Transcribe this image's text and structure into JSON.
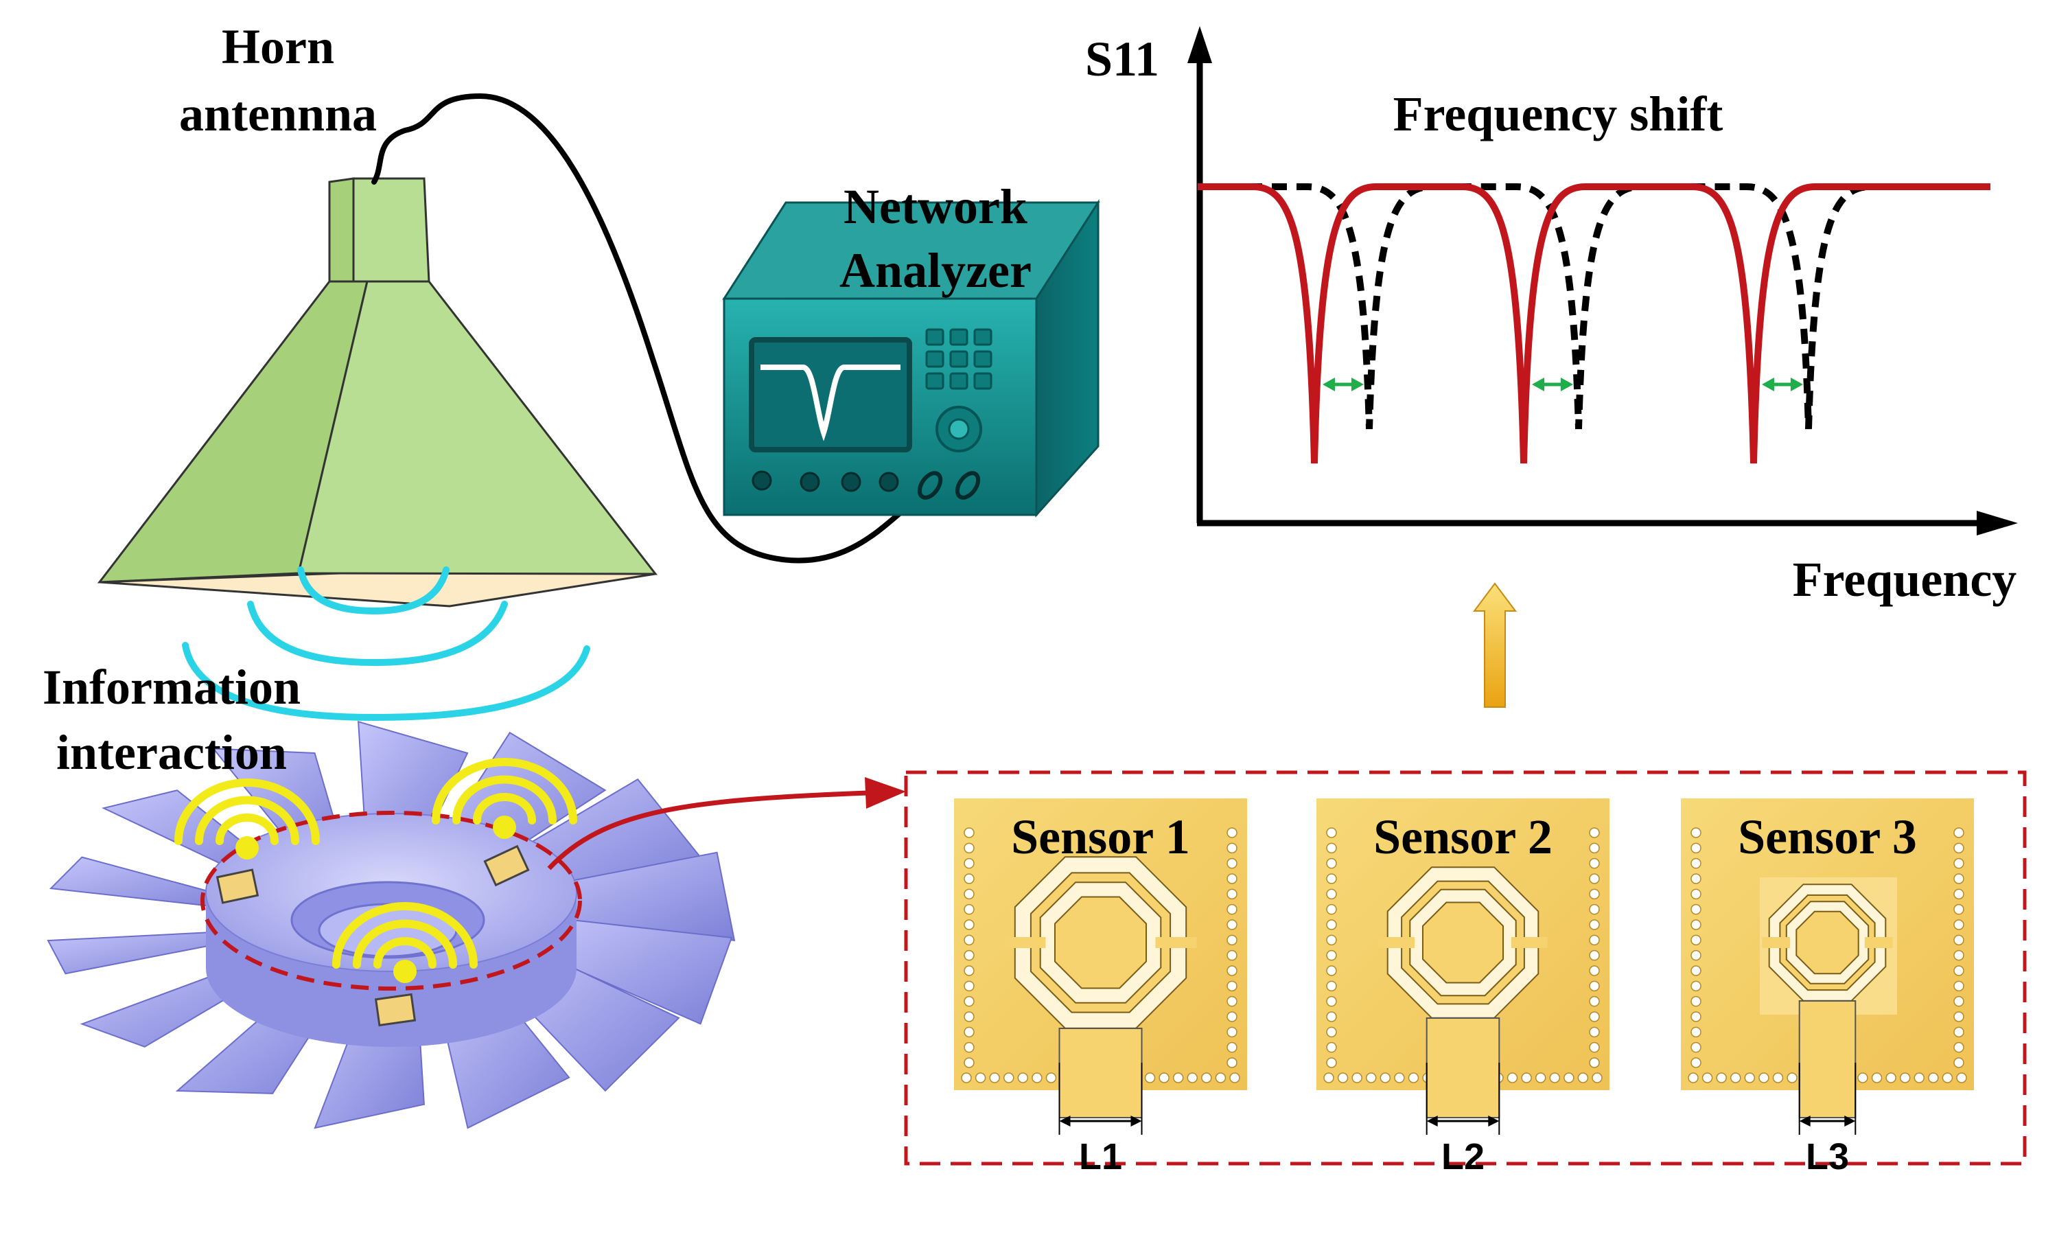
{
  "labels": {
    "horn_line1": "Horn",
    "horn_line2": "antennna",
    "analyzer_line1": "Network",
    "analyzer_line2": "Analyzer",
    "info_line1": "Information",
    "info_line2": "interaction",
    "s11": "S11",
    "freq_shift": "Frequency shift",
    "frequency": "Frequency"
  },
  "sensors": [
    {
      "title": "Sensor 1",
      "dim": "L1"
    },
    {
      "title": "Sensor 2",
      "dim": "L2"
    },
    {
      "title": "Sensor 3",
      "dim": "L3"
    }
  ],
  "chart_data": {
    "type": "line",
    "title": "Frequency shift",
    "xlabel": "Frequency",
    "ylabel": "S11",
    "series": [
      {
        "style": "solid",
        "color": "#c0161c",
        "resonances": [
          1,
          2,
          3
        ]
      },
      {
        "style": "dashed",
        "color": "#000000",
        "resonances": [
          1,
          2,
          3
        ]
      }
    ]
  },
  "colors": {
    "horn_green": "#b5dc8d",
    "analyzer_teal": "#1a9a9a",
    "sensor_gold": "#f6d36e",
    "shift_arrow": "#1fae4b",
    "wave_cyan": "#2ad4e6",
    "signal_yellow": "#f2ea19",
    "fan_blue": "#a6a8f0",
    "dash_red": "#c0161c"
  }
}
